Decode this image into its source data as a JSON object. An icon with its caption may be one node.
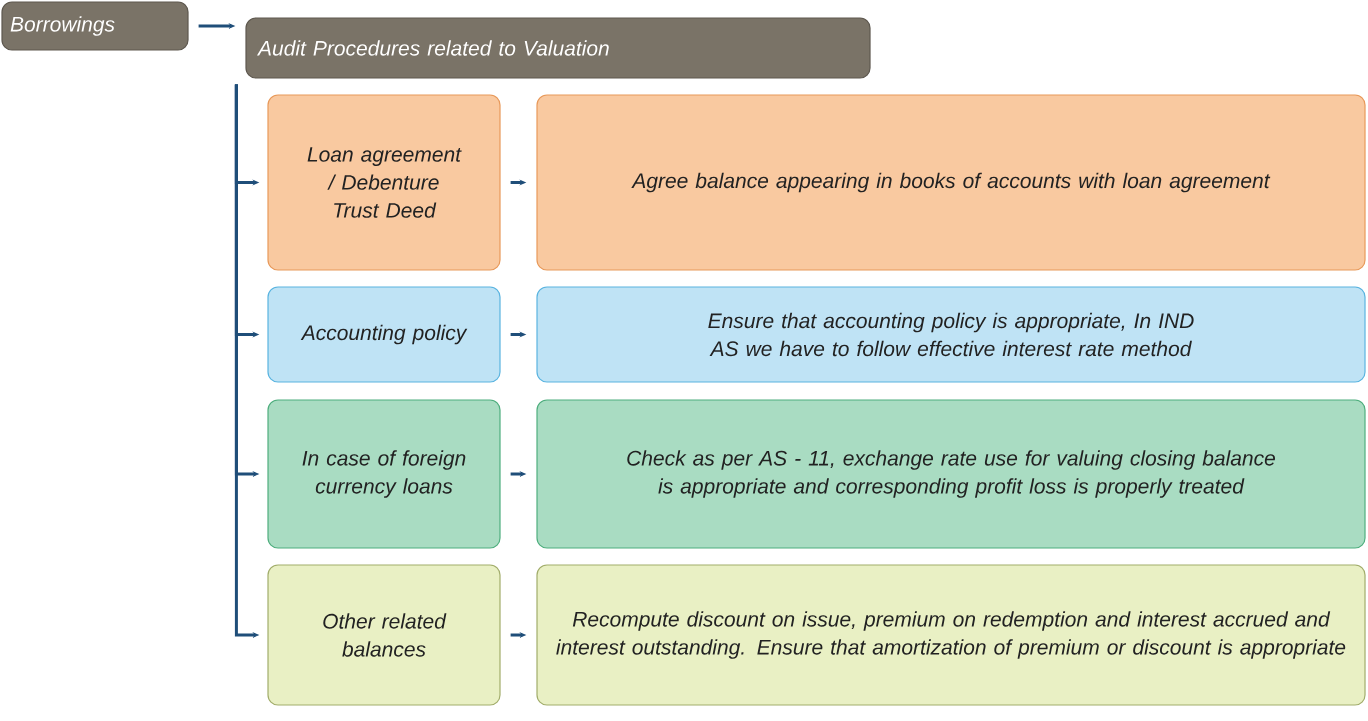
{
  "diagram": {
    "nodes": [
      {
        "text": [
          "Borrowings"
        ]
      },
      {
        "text": [
          "Audit Procedures related to Valuation"
        ]
      },
      {
        "text": [
          "Loan agreement / Debenture Trust Deed"
        ]
      },
      {
        "text": [
          "Agree balance appearing in books of accounts with loan agreement"
        ]
      },
      {
        "text": [
          "Accounting policy"
        ]
      },
      {
        "text": [
          "Ensure that accounting policy is appropriate, In IND AS we have to follow effective interest rate method"
        ]
      },
      {
        "text": [
          "In case of foreign currency loans"
        ]
      },
      {
        "text": [
          "Check as per AS - 11, exchange rate use for valuing closing balance is appropriate and corresponding profit loss is properly treated"
        ]
      },
      {
        "text": [
          "Other related balances"
        ]
      },
      {
        "text": [
          "Recompute discount on issue, premium on redemption and interest accrued and interest outstanding. Ensure that amortization of premium or discount is appropriate"
        ]
      }
    ],
    "edges": [
      {
        "from": 0,
        "to": 1,
        "arrow": "to"
      },
      {
        "from": 1,
        "to": 2,
        "arrow": "to"
      },
      {
        "from": 1,
        "to": 4,
        "arrow": "to"
      },
      {
        "from": 1,
        "to": 6,
        "arrow": "to"
      },
      {
        "from": 1,
        "to": 8,
        "arrow": "to"
      },
      {
        "from": 2,
        "to": 3,
        "arrow": "to"
      },
      {
        "from": 4,
        "to": 5,
        "arrow": "to"
      },
      {
        "from": 6,
        "to": 7,
        "arrow": "to"
      },
      {
        "from": 8,
        "to": 9,
        "arrow": "to"
      }
    ]
  }
}
